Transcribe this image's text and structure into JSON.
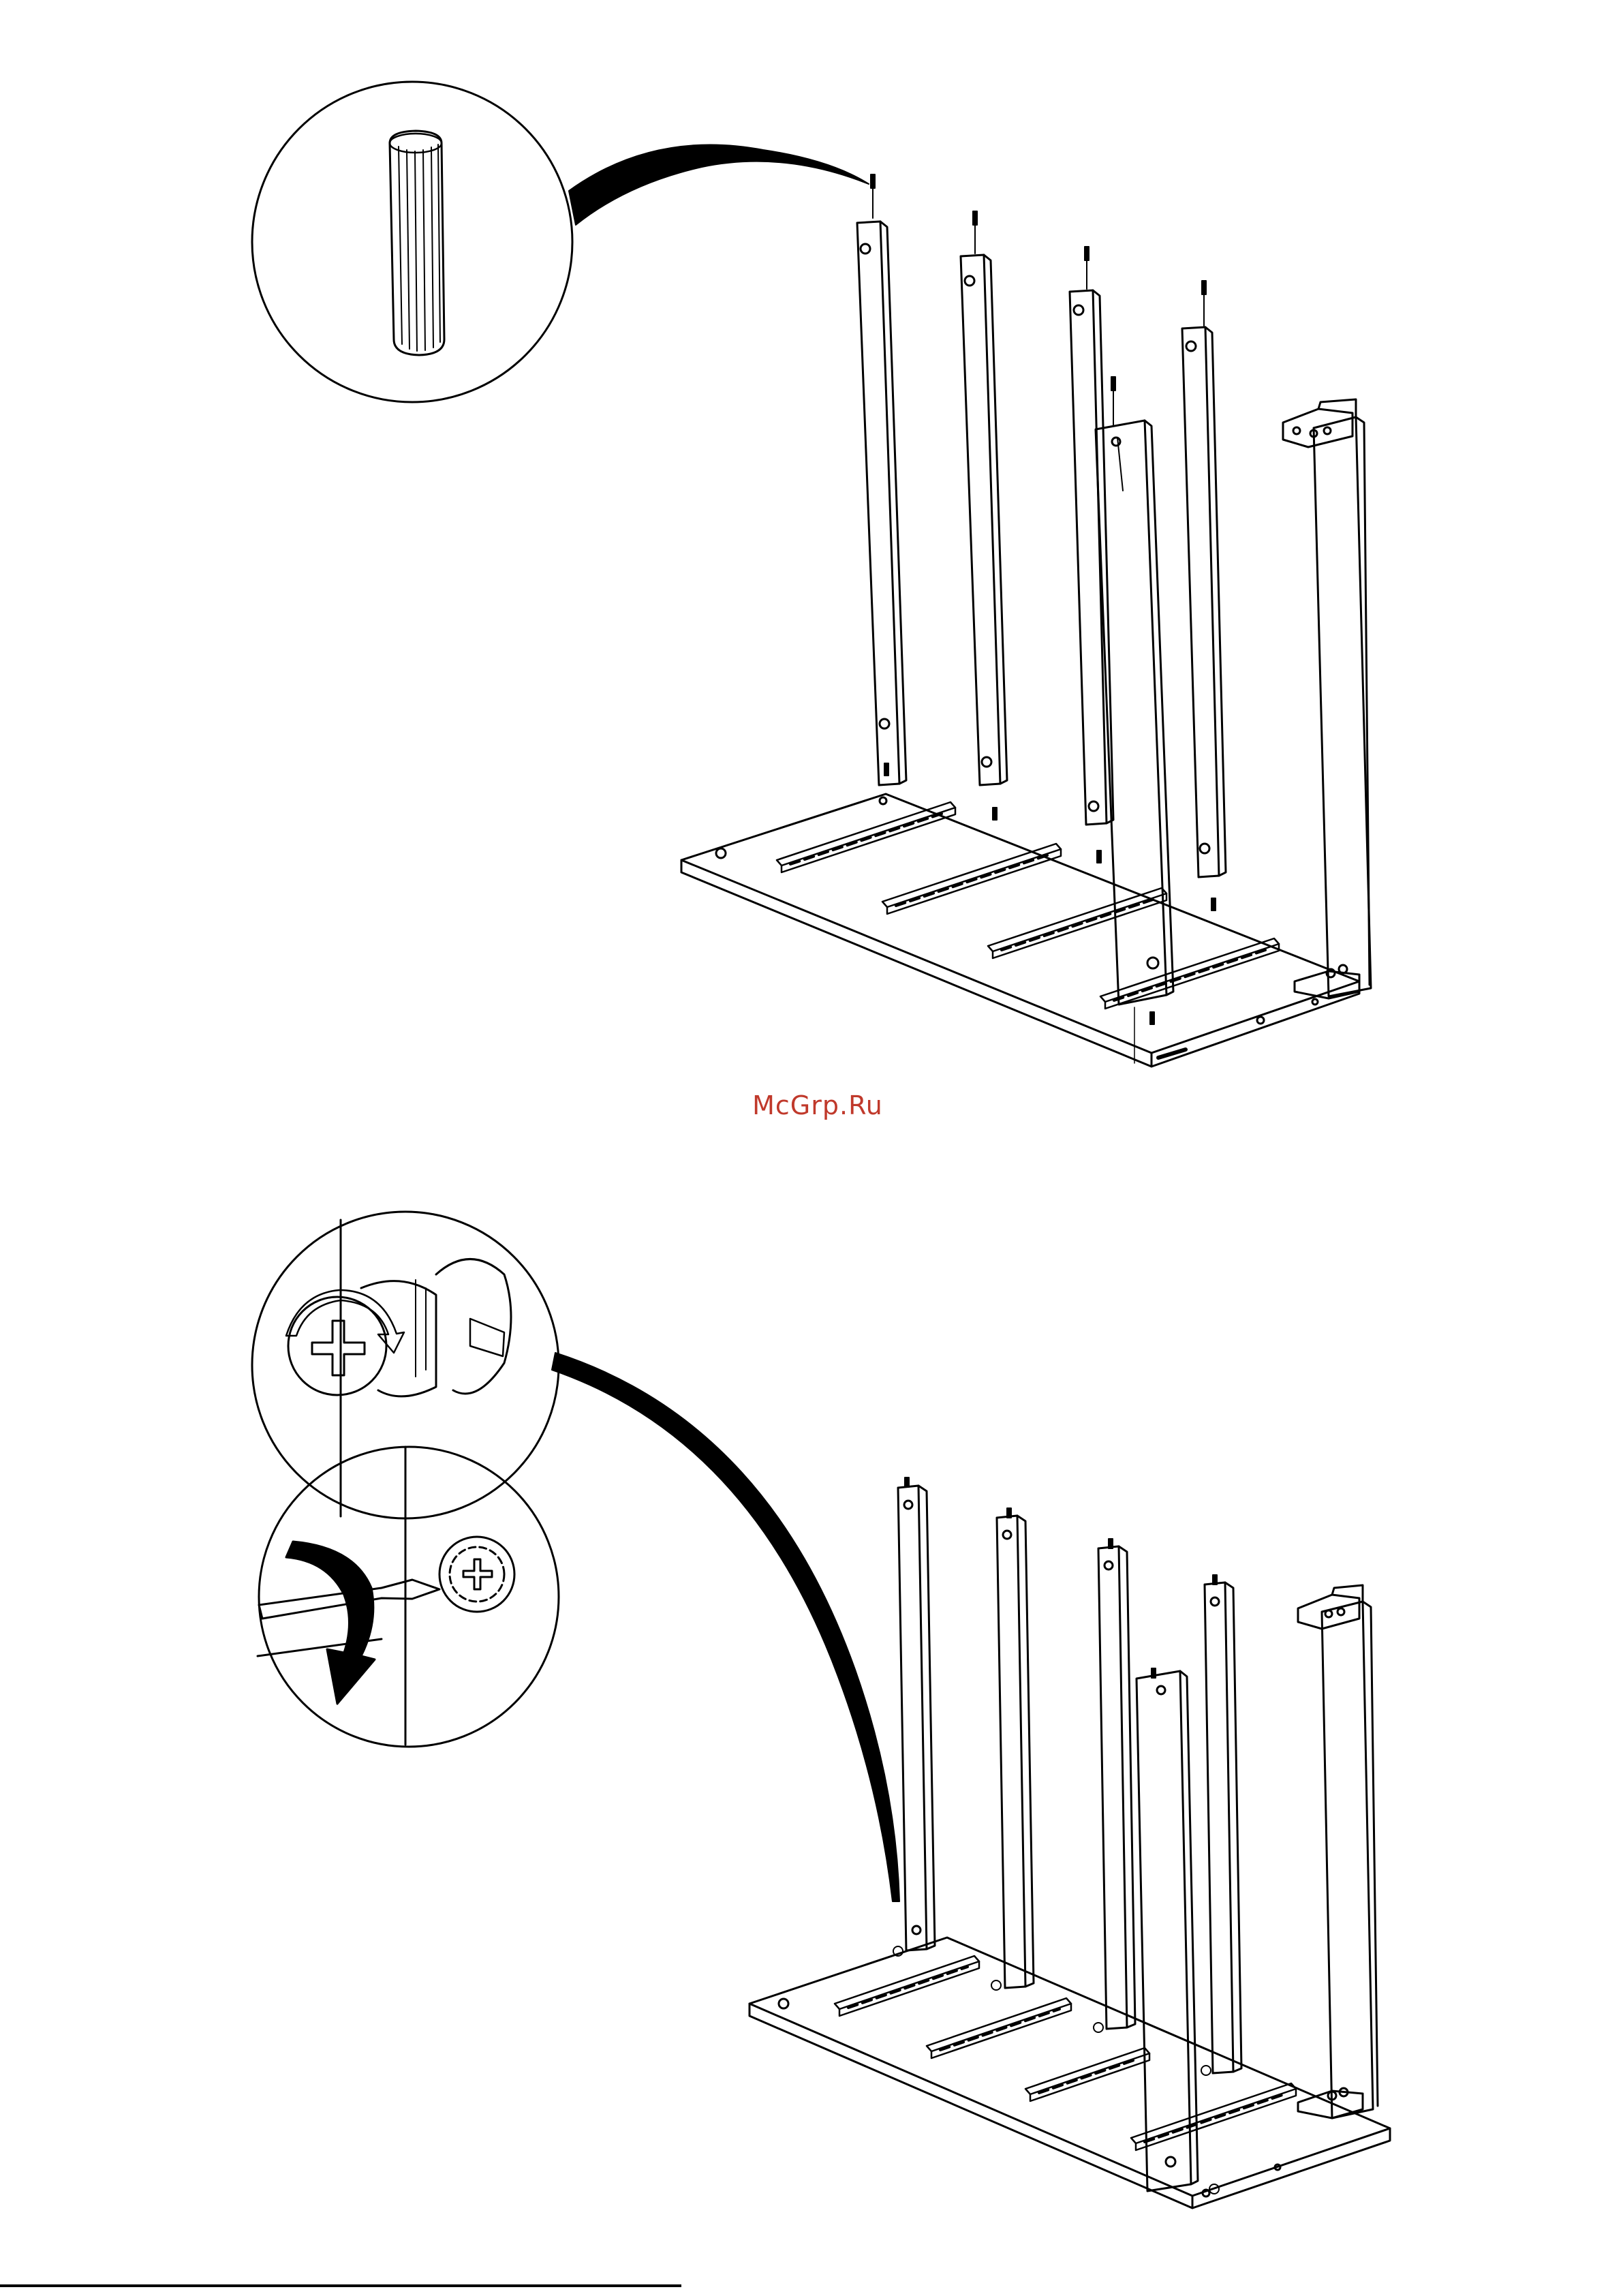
{
  "watermark": {
    "text": "McGrp.Ru",
    "color": "#c0392b"
  },
  "figures": [
    {
      "step": "upper",
      "detail_icons": [
        "dowel-icon"
      ]
    },
    {
      "step": "lower",
      "detail_icons": [
        "cam-lock-icon",
        "screwdriver-icon",
        "rotate-arrow-icon"
      ]
    }
  ]
}
